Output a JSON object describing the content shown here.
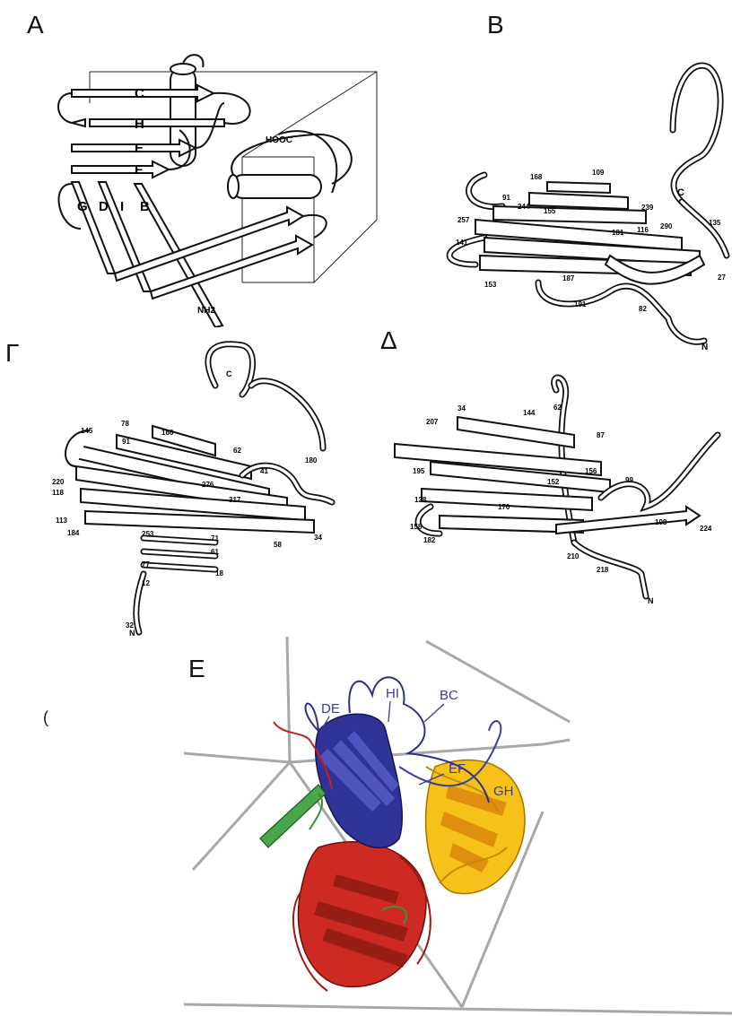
{
  "panels": {
    "a": {
      "label": "A",
      "strands": [
        "C",
        "H",
        "E",
        "F",
        "G",
        "D",
        "I",
        "B"
      ],
      "c_terminus": "HOOC",
      "n_terminus": "NH2"
    },
    "b": {
      "label": "B",
      "numbers": [
        "168",
        "109",
        "91",
        "244",
        "155",
        "239",
        "257",
        "181",
        "116",
        "290",
        "135",
        "141",
        "187",
        "153",
        "191",
        "82",
        "C",
        "N",
        "27"
      ]
    },
    "g": {
      "label": "Г",
      "numbers": [
        "145",
        "78",
        "166",
        "91",
        "62",
        "220",
        "118",
        "180",
        "41",
        "276",
        "317",
        "113",
        "184",
        "253",
        "71",
        "61",
        "77",
        "18",
        "12",
        "58",
        "34",
        "32",
        "C",
        "N"
      ]
    },
    "d": {
      "label": "Δ",
      "numbers": [
        "34",
        "207",
        "144",
        "62",
        "87",
        "195",
        "152",
        "156",
        "99",
        "128",
        "170",
        "158",
        "182",
        "108",
        "224",
        "210",
        "218",
        "N"
      ]
    },
    "e": {
      "label": "E",
      "loops": [
        "DE",
        "HI",
        "BC",
        "EF",
        "GH"
      ],
      "colors": {
        "blue": "#2d2f8f",
        "red": "#c0231c",
        "yellow": "#f2b90f",
        "green": "#4aa64a"
      }
    },
    "stray_mark": "("
  }
}
